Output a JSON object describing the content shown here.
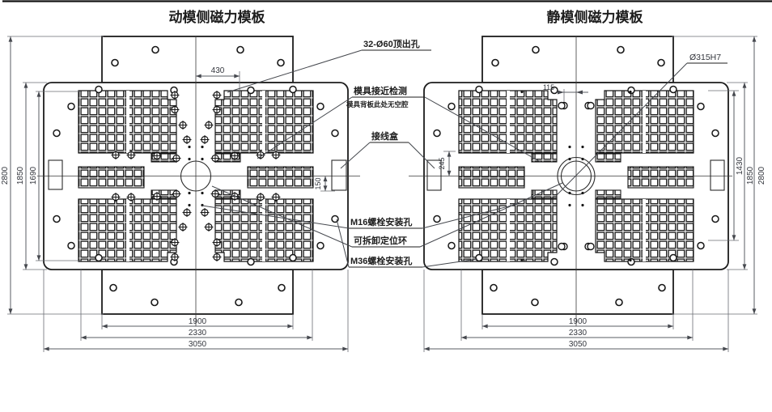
{
  "page": {
    "titles": {
      "moving": "动模侧磁力模板",
      "static": "静模侧磁力模板"
    }
  },
  "labels": {
    "ejector_holes": "32-Ø60顶出孔",
    "proximity": "模具接近检测",
    "proximity_note": "模具背板此处无空腔",
    "junction_box": "接线盒",
    "m16_holes": "M16螺栓安装孔",
    "locating_ring": "可拆卸定位环",
    "m36_holes": "M36螺栓安装孔",
    "ring_diameter": "Ø315H7"
  },
  "dimensions": {
    "moving": {
      "height_total": "2800",
      "height_plate": "1850",
      "height_inner": "1690",
      "top_offset": "430",
      "side_offset": "150",
      "bar_width": "1900",
      "mid_width": "2330",
      "total_width": "3050"
    },
    "static": {
      "height_total": "2800",
      "height_plate": "1850",
      "height_inner": "1430",
      "top_offset": "115",
      "side_offset": "245",
      "bar_width": "1900",
      "mid_width": "2330",
      "total_width": "3050"
    }
  },
  "colors": {
    "line": "#1c1c1c",
    "dim": "#33363d",
    "background": "#ffffff"
  }
}
